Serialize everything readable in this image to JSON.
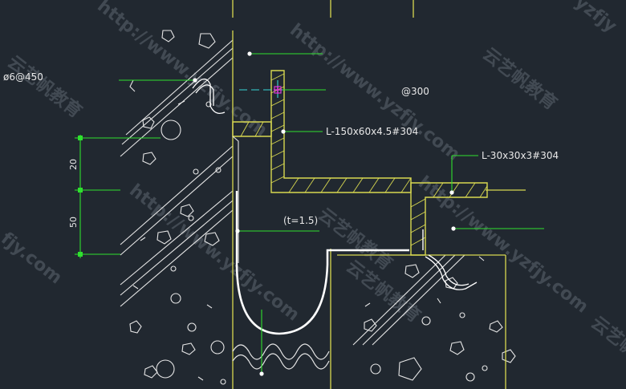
{
  "colors": {
    "background": "#212830",
    "concrete": "#e6e6e6",
    "steel": "#d8d850",
    "leader": "#2ee02e",
    "cyan": "#37d6d6",
    "white": "#ffffff",
    "magenta": "#d33bd3",
    "watermark": "#5d6670"
  },
  "labels": {
    "rebar": "ø6@450",
    "spacing": "@300",
    "angle_main": "L-150x60x4.5#304",
    "angle_small": "L-30x30x3#304",
    "thickness": "(t=1.5)"
  },
  "dimensions": {
    "upper": "20",
    "lower": "50"
  },
  "watermarks": [
    "http://www.yzfjy.com",
    "http://www.yzfjy.com",
    "http://www.yzfjy.com",
    "云艺帆教育",
    "云艺帆教育",
    "云艺帆教育",
    "云艺帆教育",
    "http://www.yzfjy.com",
    "yzfjy",
    "fjy.com",
    "云艺帆"
  ]
}
